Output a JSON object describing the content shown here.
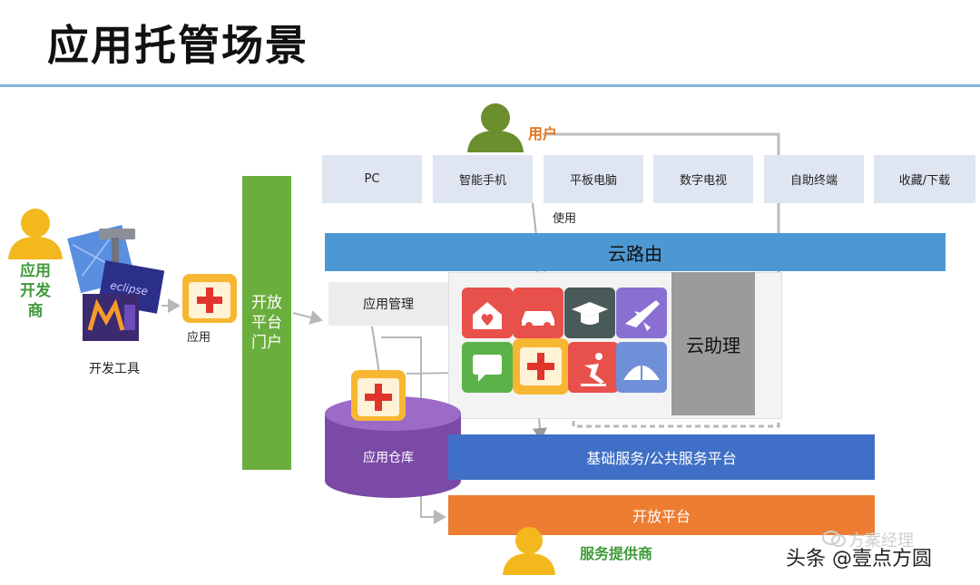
{
  "title": "应用托管场景",
  "user_label": "用户",
  "devices": [
    "PC",
    "智能手机",
    "平板电脑",
    "数字电视",
    "自助终端",
    "收藏/下载"
  ],
  "use_label": "使用",
  "cloud_router": "云路由",
  "developer": {
    "label_lines": [
      "应用",
      "开发",
      "商"
    ],
    "tools_label": "开发工具",
    "app_label": "应用"
  },
  "portal": {
    "label": "开放平台门户"
  },
  "app_management": "应用管理",
  "cloud_assistant": "云助理",
  "app_repository": "应用仓库",
  "base_services": "基础服务/公共服务平台",
  "open_platform": "开放平台",
  "service_provider": "服务提供商",
  "watermark": {
    "primary": "头条 @壹点方圆",
    "faint": "方案经理"
  },
  "colors": {
    "title_rule": "#7fb6d6",
    "cloud_router": "#4d98d3",
    "portal": "#6aae3d",
    "base_services": "#3f6fc6",
    "open_platform": "#ed7d31",
    "user_orange": "#e2761f",
    "provider_green": "#3f9a3a",
    "repository": "#7b4aa6"
  },
  "icons": [
    "person-icon",
    "app-icon",
    "home-icon",
    "car-icon",
    "graduation-cap-icon",
    "plane-icon",
    "chat-icon",
    "skating-icon",
    "tent-icon",
    "hammer-icon",
    "eclipse-icon"
  ]
}
